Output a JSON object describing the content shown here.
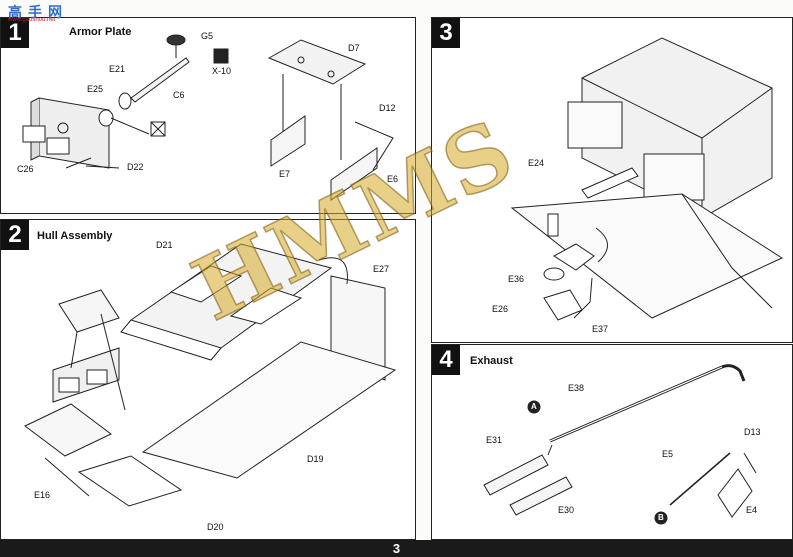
{
  "site_logo": {
    "text_cn": "高手网",
    "url": "www.gaoshou.net"
  },
  "watermark": {
    "text": "HMMS"
  },
  "steps": [
    {
      "number": "1",
      "title": "Armor Plate",
      "labels": {
        "g5": "G5",
        "x10": "X-10",
        "e21": "E21",
        "e25": "E25",
        "c6": "C6",
        "c26": "C26",
        "d22": "D22",
        "d7": "D7",
        "d12": "D12",
        "e7": "E7",
        "e6": "E6"
      }
    },
    {
      "number": "2",
      "title": "Hull Assembly",
      "labels": {
        "d21": "D21",
        "e27": "E27",
        "d19": "D19",
        "e16": "E16",
        "d20": "D20"
      }
    },
    {
      "number": "3",
      "title": "",
      "labels": {
        "e24": "E24",
        "e36": "E36",
        "e26": "E26",
        "e37": "E37"
      }
    },
    {
      "number": "4",
      "title": "Exhaust",
      "labels": {
        "e38": "E38",
        "a": "A",
        "e31": "E31",
        "e30": "E30",
        "e5": "E5",
        "d13": "D13",
        "b": "B",
        "e4": "E4"
      }
    }
  ],
  "footer": {
    "page_number": "3"
  }
}
